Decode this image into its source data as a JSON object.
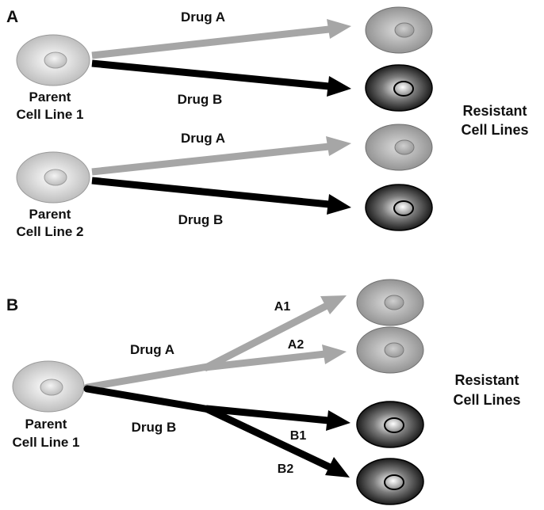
{
  "panel_a": {
    "letter": "A",
    "parent1": [
      "Parent",
      "Cell Line 1"
    ],
    "parent2": [
      "Parent",
      "Cell Line 2"
    ],
    "arrows": [
      "Drug A",
      "Drug B",
      "Drug A",
      "Drug  B"
    ],
    "resistant": [
      "Resistant",
      "Cell Lines"
    ]
  },
  "panel_b": {
    "letter": "B",
    "parent": [
      "Parent",
      "Cell Line 1"
    ],
    "drug_a": "Drug A",
    "drug_b": "Drug B",
    "branches": [
      "A1",
      "A2",
      "B1",
      "B2"
    ],
    "resistant": [
      "Resistant",
      "Cell Lines"
    ]
  },
  "colors": {
    "drug_a_arrow": "#a6a6a6",
    "drug_b_arrow": "#000000",
    "parent_cell": "#d6d6d6",
    "resistant_a_cell": "#a9a9a9",
    "resistant_b_cell": "#1e1e1e"
  }
}
